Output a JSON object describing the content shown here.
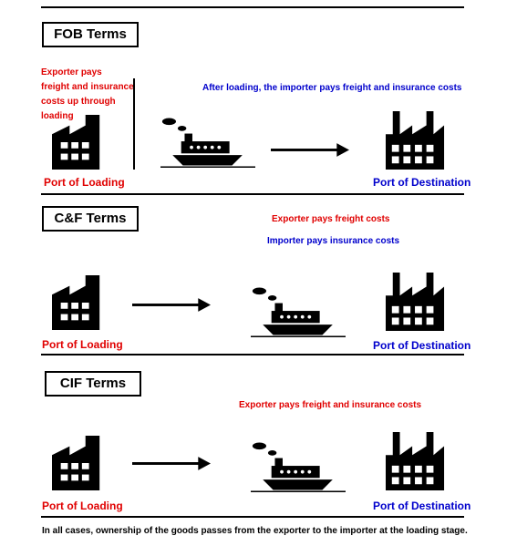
{
  "colors": {
    "exporter": "#e00000",
    "importer": "#0000cc",
    "ink": "#000000"
  },
  "sections": [
    {
      "term": "FOB Terms",
      "exporter_note_lines": [
        "Exporter pays",
        "freight and insurance",
        "costs up through",
        "loading"
      ],
      "importer_note": "After loading, the importer pays freight and insurance costs",
      "origin_label": "Port of Loading",
      "destination_label": "Port of Destination",
      "icons": [
        "factory-icon",
        "ship-icon",
        "arrow-icon",
        "industrial-plant-icon"
      ]
    },
    {
      "term": "C&F Terms",
      "exporter_note": "Exporter pays freight costs",
      "importer_note": "Importer pays insurance costs",
      "origin_label": "Port of Loading",
      "destination_label": "Port of Destination",
      "icons": [
        "factory-icon",
        "arrow-icon",
        "ship-icon",
        "industrial-plant-icon"
      ]
    },
    {
      "term": "CIF Terms",
      "exporter_note": "Exporter pays freight and insurance costs",
      "origin_label": "Port of Loading",
      "destination_label": "Port of Destination",
      "icons": [
        "factory-icon",
        "arrow-icon",
        "ship-icon",
        "industrial-plant-icon"
      ]
    }
  ],
  "footnote": "In all cases, ownership of the goods passes from the exporter to the importer at the loading stage."
}
